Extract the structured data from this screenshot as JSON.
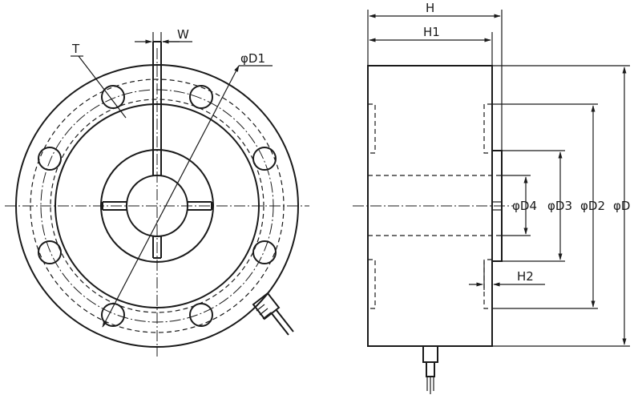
{
  "labels": {
    "t": "T",
    "w": "W",
    "d1": "φD1",
    "h": "H",
    "h1": "H1",
    "h2": "H2",
    "d4": "φD4",
    "d3": "φD3",
    "d2": "φD2",
    "d": "φD"
  },
  "colors": {
    "line": "#1a1a1a",
    "background": "#ffffff"
  }
}
